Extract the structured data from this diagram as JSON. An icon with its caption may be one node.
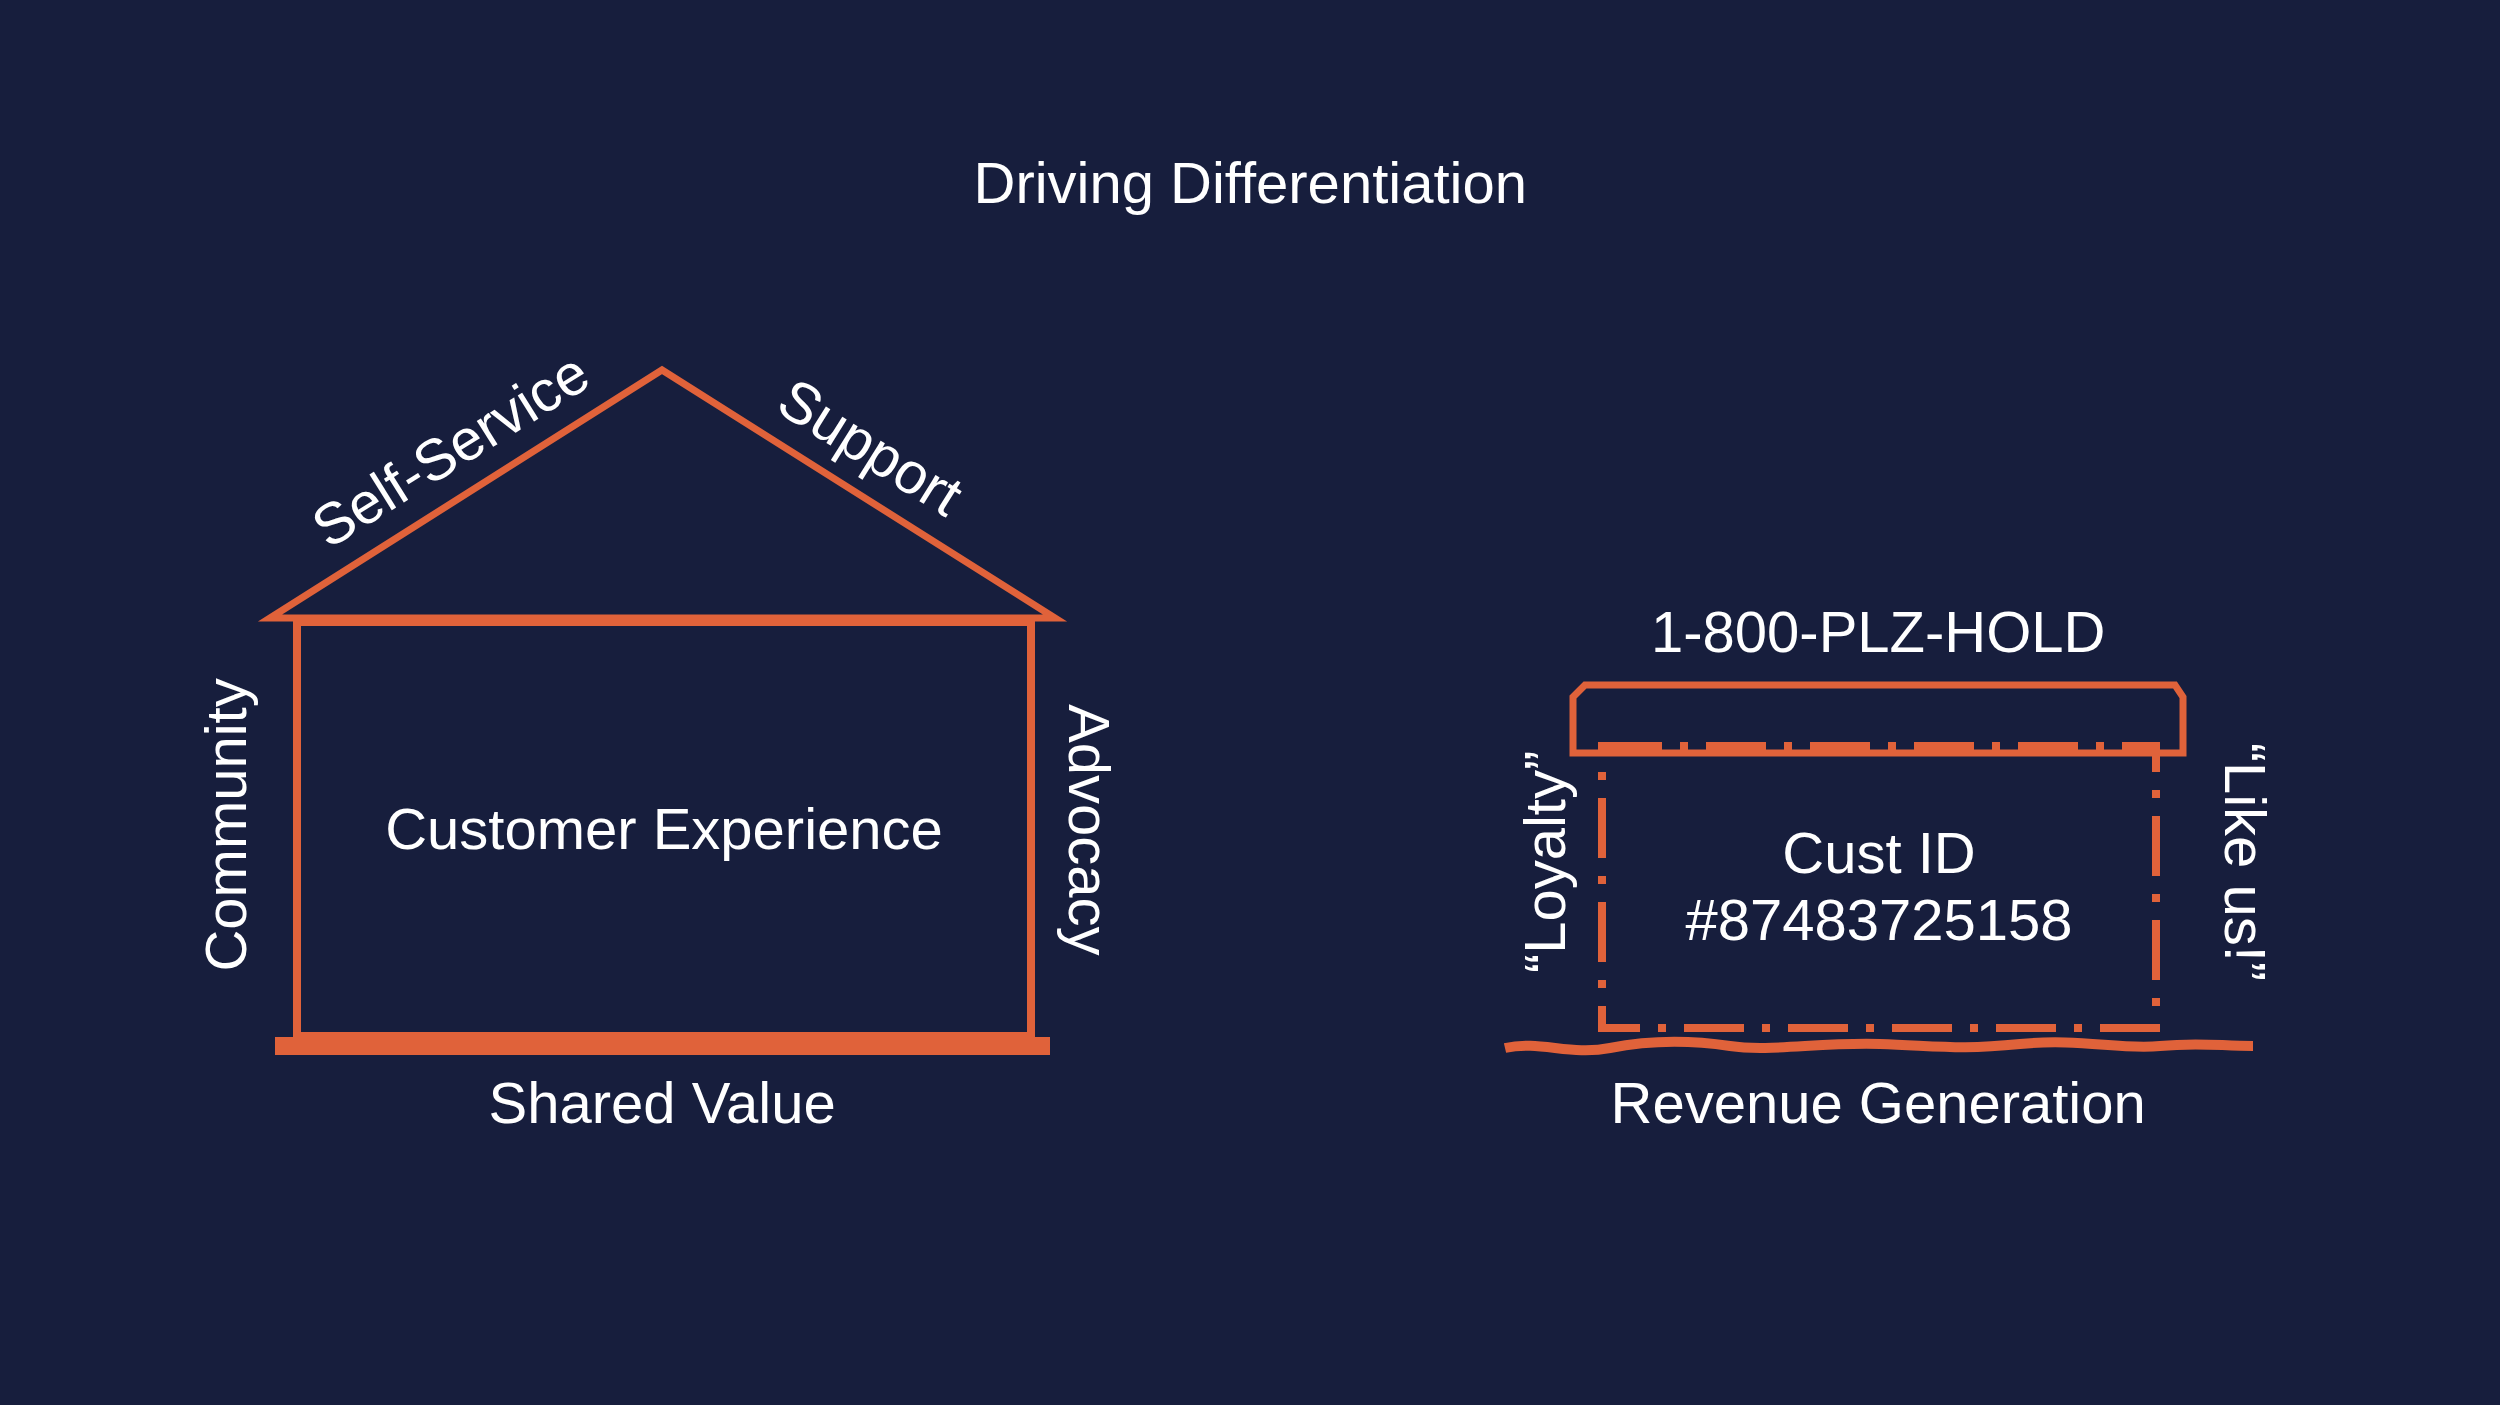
{
  "diagram": {
    "title": "Driving Differentiation",
    "nodes": [
      {
        "text": [
          "Customer Experience"
        ]
      },
      {
        "text": [
          "Cust ID #87483725158"
        ]
      }
    ],
    "labels": [
      "Self-Service",
      "Support",
      "Community",
      "Advocacy",
      "Shared Value",
      "1-800-PLZ-HOLD",
      "“Loyalty”",
      "“Like us!”",
      "Revenue Generation"
    ]
  }
}
